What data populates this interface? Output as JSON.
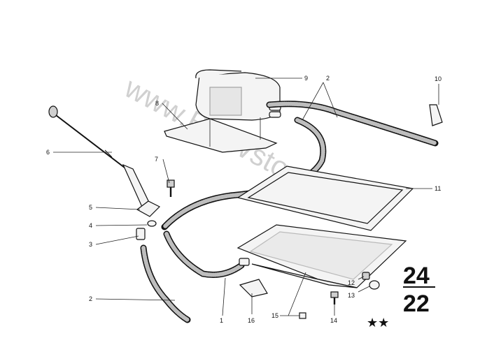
{
  "watermark": "www.BMWstore.pl",
  "group": {
    "top": "24",
    "bottom": "22"
  },
  "rating": "★★",
  "callouts": {
    "c1": "1",
    "c2a": "2",
    "c2b": "2",
    "c3": "3",
    "c4": "4",
    "c5": "5",
    "c6": "6",
    "c7": "7",
    "c8": "8",
    "c9": "9",
    "c10": "10",
    "c11": "11",
    "c12": "12",
    "c13": "13",
    "c14": "14",
    "c15": "15",
    "c16": "16"
  }
}
